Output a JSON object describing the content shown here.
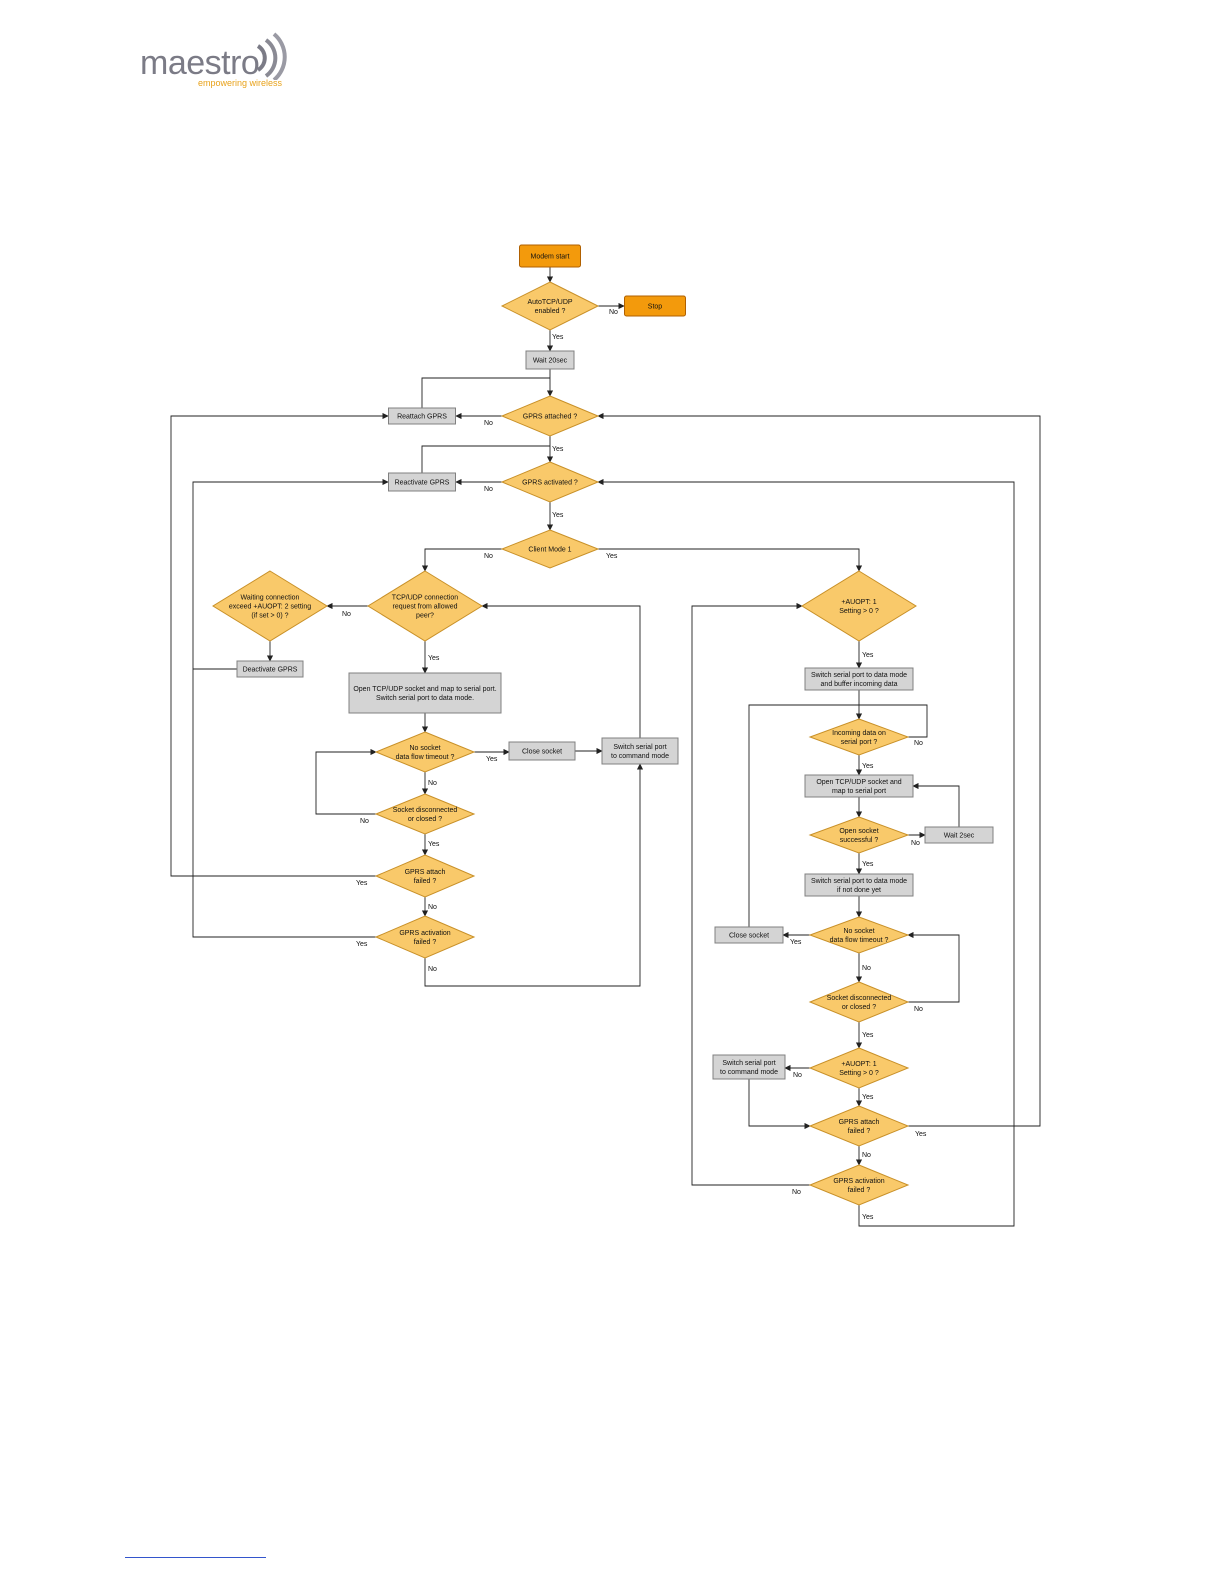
{
  "header": {
    "logo_text": "maestro",
    "logo_tagline": "empowering wireless"
  },
  "colors": {
    "terminal_fill": "#f39a0c",
    "terminal_stroke": "#b06000",
    "decision_fill": "#f9c96a",
    "decision_stroke": "#c89028",
    "process_fill": "#d4d4d4",
    "process_stroke": "#808080",
    "line": "#222222",
    "footer_rule": "#3355cc"
  },
  "flowchart": {
    "nodes": {
      "modem_start": [
        "Modem start"
      ],
      "auto_tcp": [
        "AutoTCP/UDP",
        "enabled ?"
      ],
      "stop": [
        "Stop"
      ],
      "wait_20": [
        "Wait 20sec"
      ],
      "gprs_attached": [
        "GPRS attached ?"
      ],
      "reattach_gprs": [
        "Reattach GPRS"
      ],
      "gprs_activated": [
        "GPRS activated ?"
      ],
      "reactivate_gprs": [
        "Reactivate GPRS"
      ],
      "client_mode": [
        "Client Mode 1"
      ],
      "tcp_conn_request": [
        "TCP/UDP connection",
        "request from allowed",
        "peer?"
      ],
      "waiting_connection": [
        "Waiting connection",
        "exceed +AUOPT: 2 setting",
        "(if set > 0) ?"
      ],
      "deactivate_gprs": [
        "Deactivate GPRS"
      ],
      "open_tcp_map": [
        "Open TCP/UDP socket and map to serial port.",
        "Switch serial port to data mode."
      ],
      "no_socket_left": [
        "No socket",
        "data flow timeout ?"
      ],
      "close_socket_left": [
        "Close socket"
      ],
      "switch_cmd_left": [
        "Switch serial port",
        "to command mode"
      ],
      "socket_disc_left": [
        "Socket disconnected",
        "or closed ?"
      ],
      "gprs_attach_failed_left": [
        "GPRS attach",
        "failed ?"
      ],
      "gprs_activation_failed_left": [
        "GPRS activation",
        "failed ?"
      ],
      "auopt_top": [
        "+AUOPT: 1",
        "Setting > 0 ?"
      ],
      "switch_data_buffer": [
        "Switch serial port to data mode",
        "and buffer incoming data"
      ],
      "incoming_data": [
        "Incoming data on",
        "serial port ?"
      ],
      "open_tcp_right": [
        "Open TCP/UDP socket and",
        "map to serial port"
      ],
      "open_socket_ok": [
        "Open socket",
        "successful ?"
      ],
      "wait_2": [
        "Wait 2sec"
      ],
      "switch_data_if_not": [
        "Switch serial port to data mode",
        "if not done yet"
      ],
      "no_socket_right": [
        "No socket",
        "data flow timeout ?"
      ],
      "close_socket_right": [
        "Close socket"
      ],
      "socket_disc_right": [
        "Socket disconnected",
        "or closed ?"
      ],
      "auopt_bottom": [
        "+AUOPT: 1",
        "Setting > 0 ?"
      ],
      "switch_cmd_right": [
        "Switch serial port",
        "to command mode"
      ],
      "gprs_attach_failed_right": [
        "GPRS attach",
        "failed ?"
      ],
      "gprs_activation_failed_right": [
        "GPRS activation",
        "failed ?"
      ]
    },
    "edge_labels": {
      "yes": "Yes",
      "no": "No"
    }
  }
}
